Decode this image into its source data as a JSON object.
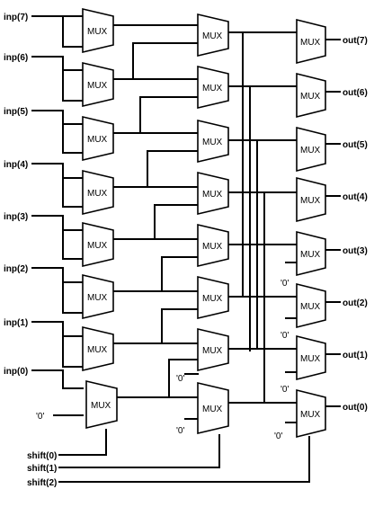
{
  "mux_label": "MUX",
  "zero_label": "'0'",
  "inputs": [
    "inp(7)",
    "inp(6)",
    "inp(5)",
    "inp(4)",
    "inp(3)",
    "inp(2)",
    "inp(1)",
    "inp(0)"
  ],
  "outputs": [
    "out(7)",
    "out(6)",
    "out(5)",
    "out(4)",
    "out(3)",
    "out(2)",
    "out(1)",
    "out(0)"
  ],
  "shift": [
    "shift(0)",
    "shift(1)",
    "shift(2)"
  ]
}
